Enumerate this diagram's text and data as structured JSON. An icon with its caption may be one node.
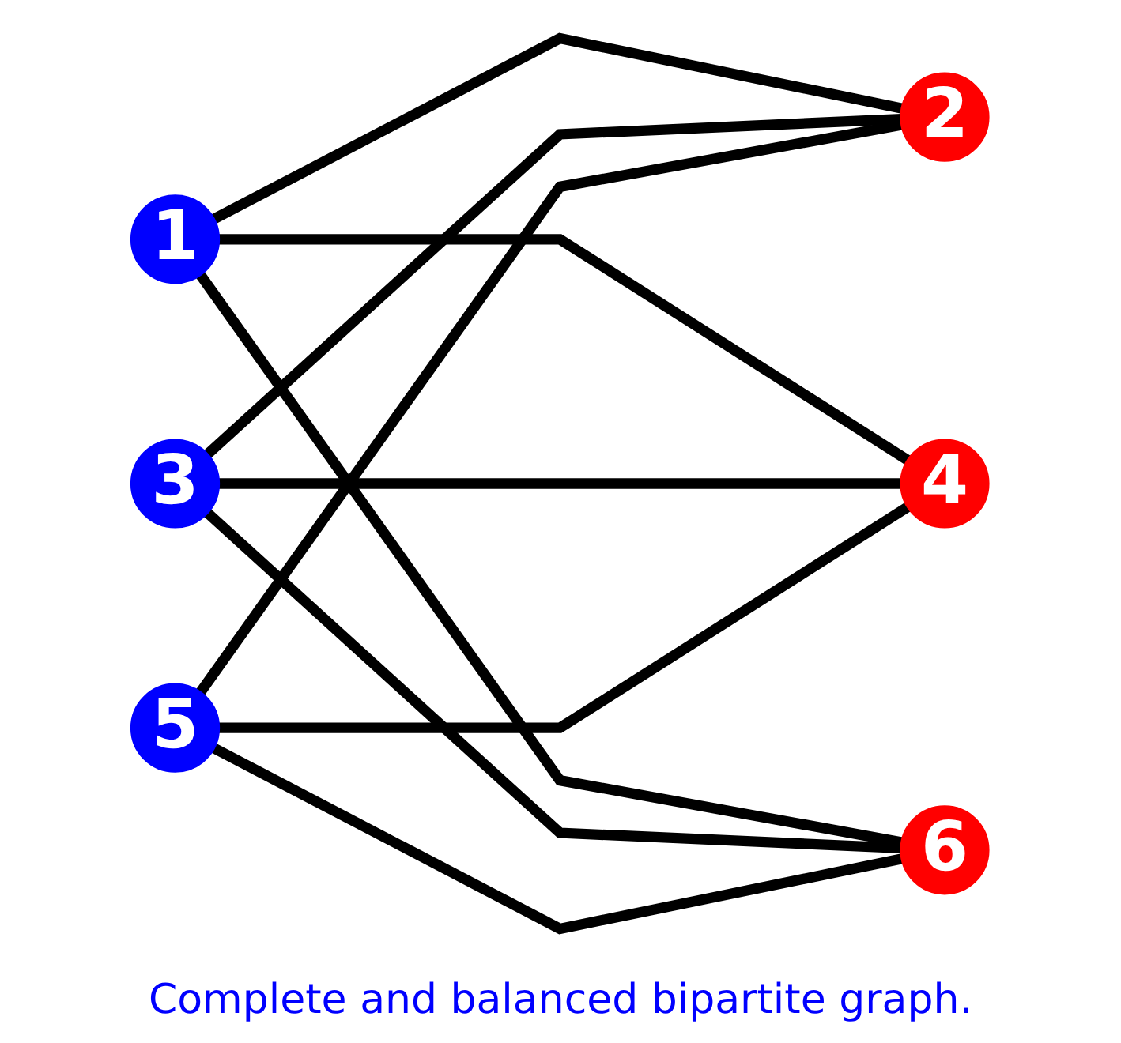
{
  "diagram": {
    "caption": "Complete and balanced bipartite graph.",
    "nodes": [
      {
        "text": [
          "1"
        ]
      },
      {
        "text": [
          "2"
        ]
      },
      {
        "text": [
          "3"
        ]
      },
      {
        "text": [
          "4"
        ]
      },
      {
        "text": [
          "5"
        ]
      },
      {
        "text": [
          "6"
        ]
      }
    ],
    "edges": [
      {
        "from": 0,
        "to": 1,
        "arrow": "none"
      },
      {
        "from": 0,
        "to": 3,
        "arrow": "none"
      },
      {
        "from": 0,
        "to": 5,
        "arrow": "none"
      },
      {
        "from": 2,
        "to": 1,
        "arrow": "none"
      },
      {
        "from": 2,
        "to": 3,
        "arrow": "none"
      },
      {
        "from": 2,
        "to": 5,
        "arrow": "none"
      },
      {
        "from": 4,
        "to": 1,
        "arrow": "none"
      },
      {
        "from": 4,
        "to": 3,
        "arrow": "none"
      },
      {
        "from": 4,
        "to": 5,
        "arrow": "none"
      }
    ]
  }
}
